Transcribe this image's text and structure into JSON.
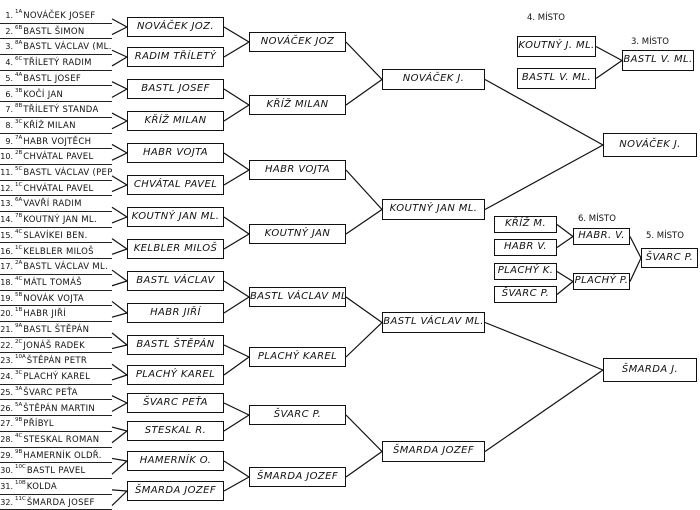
{
  "entrants": [
    {
      "num": "1.",
      "seed": "1A",
      "name": "NOVÁČEK JOSEF"
    },
    {
      "num": "2.",
      "seed": "6B",
      "name": "BASTL ŠIMON"
    },
    {
      "num": "3.",
      "seed": "8A",
      "name": "BASTL VÁCLAV (ml.)"
    },
    {
      "num": "4.",
      "seed": "6C",
      "name": "TŘÍLETÝ RADIM"
    },
    {
      "num": "5.",
      "seed": "4A",
      "name": "BASTL JOSEF"
    },
    {
      "num": "6.",
      "seed": "3B",
      "name": "KOČÍ JAN"
    },
    {
      "num": "7.",
      "seed": "8B",
      "name": "TŘÍLETÝ STANDA"
    },
    {
      "num": "8.",
      "seed": "3C",
      "name": "KŘÍŽ MILAN"
    },
    {
      "num": "9.",
      "seed": "7A",
      "name": "HABR VOJTĚCH"
    },
    {
      "num": "10.",
      "seed": "2B",
      "name": "CHVÁTAL PAVEL"
    },
    {
      "num": "11.",
      "seed": "5C",
      "name": "BASTL VÁCLAV (PEPE)"
    },
    {
      "num": "12.",
      "seed": "1C",
      "name": "CHVÁTAL PAVEL"
    },
    {
      "num": "13.",
      "seed": "6A",
      "name": "VAVŘÍ RADIM"
    },
    {
      "num": "14.",
      "seed": "7B",
      "name": "KOUTNÝ JAN ml."
    },
    {
      "num": "15.",
      "seed": "4C",
      "name": "SLAVÍKEI BEN."
    },
    {
      "num": "16.",
      "seed": "1C",
      "name": "KELBLER MILOŠ"
    },
    {
      "num": "17.",
      "seed": "2A",
      "name": "BASTL VÁCLAV ml."
    },
    {
      "num": "18.",
      "seed": "4C",
      "name": "MÁTL TOMÁŠ"
    },
    {
      "num": "19.",
      "seed": "5B",
      "name": "NOVÁK VOJTA"
    },
    {
      "num": "20.",
      "seed": "1B",
      "name": "HABR JIŘÍ"
    },
    {
      "num": "21.",
      "seed": "9A",
      "name": "BASTL ŠTĚPÁN"
    },
    {
      "num": "22.",
      "seed": "2C",
      "name": "JONÁŠ RADEK"
    },
    {
      "num": "23.",
      "seed": "10A",
      "name": "ŠTĚPÁN PETR"
    },
    {
      "num": "24.",
      "seed": "3C",
      "name": "PLACHÝ KAREL"
    },
    {
      "num": "25.",
      "seed": "3A",
      "name": "ŠVARC PEŤA"
    },
    {
      "num": "26.",
      "seed": "5A",
      "name": "ŠTĚPÁN MARTIN"
    },
    {
      "num": "27.",
      "seed": "9B",
      "name": "PŘÍBYL"
    },
    {
      "num": "28.",
      "seed": "4C",
      "name": "STESKAL ROMAN"
    },
    {
      "num": "29.",
      "seed": "9B",
      "name": "HAMERNÍK OLDŘ."
    },
    {
      "num": "30.",
      "seed": "10C",
      "name": "BASTL PAVEL"
    },
    {
      "num": "31.",
      "seed": "10B",
      "name": "KOLDA"
    },
    {
      "num": "32.",
      "seed": "11C",
      "name": "ŠMARDA JOSEF"
    }
  ],
  "round1": [
    "NOVÁČEK JOZ.",
    "RADIM TŘÍLETÝ",
    "BASTL JOSEF",
    "KŘÍŽ MILAN",
    "HABR VOJTA",
    "CHVÁTAL PAVEL",
    "KOUTNÝ JAN ml.",
    "KELBLER MILOŠ",
    "BASTL VÁCLAV",
    "HABR JIŘÍ",
    "BASTL ŠTĚPÁN",
    "PLACHÝ KAREL",
    "ŠVARC PEŤA",
    "STESKAL R.",
    "HAMERNÍK O.",
    "ŠMARDA JOZEF"
  ],
  "round2": [
    "NOVÁČEK JOZ",
    "KŘÍŽ MILAN",
    "HABR VOJTA",
    "KOUTNÝ JAN",
    "BASTL VÁCLAV ml.",
    "PLACHÝ KAREL",
    "ŠVARC P.",
    "ŠMARDA JOZEF"
  ],
  "round3": [
    "NOVÁČEK J.",
    "KOUTNÝ JAN ml.",
    "BASTL VÁCLAV ml.",
    "ŠMARDA JOZEF"
  ],
  "round4": [
    "NOVÁČEK J.",
    "ŠMARDA J."
  ],
  "third_place": {
    "heading": "4. MÍSTO",
    "players": [
      "KOUTNÝ J. ml.",
      "BASTL V. ml."
    ],
    "label": "3. MÍSTO",
    "result": "BASTL V. ml."
  },
  "placement_5": {
    "players": [
      "KŘÍŽ M.",
      "HABR V.",
      "PLACHÝ K.",
      "ŠVARC P."
    ],
    "semis": [
      "HABR. V.",
      "PLACHÝ P."
    ],
    "semis_label": "6. MÍSTO",
    "label": "5. MÍSTO",
    "result": "ŠVARC P."
  }
}
